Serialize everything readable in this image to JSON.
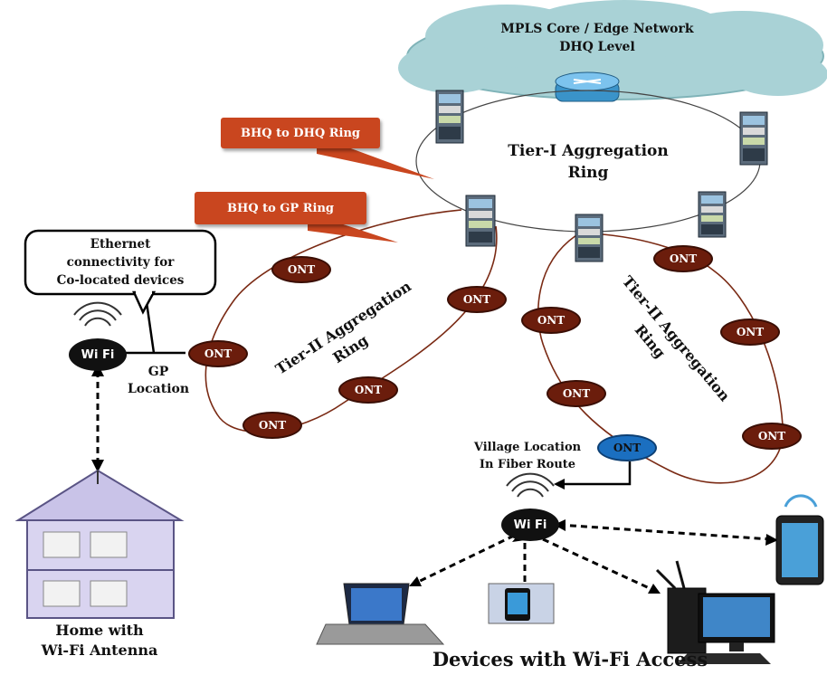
{
  "cloud": {
    "line1": "MPLS Core / Edge Network",
    "line2": "DHQ Level"
  },
  "tier1_label": {
    "line1": "Tier-I Aggregation",
    "line2": "Ring"
  },
  "tier2_left_label": {
    "line1": "Tier-II Aggregation",
    "line2": "Ring"
  },
  "tier2_right_label": {
    "line1": "Tier-II Aggregation",
    "line2": "Ring"
  },
  "callouts": {
    "bhq_dhq": "BHQ to DHQ Ring",
    "bhq_gp": "BHQ to GP Ring"
  },
  "ethernet_box": {
    "line1": "Ethernet",
    "line2": "connectivity for",
    "line3": "Co-located devices"
  },
  "gp_location": {
    "line1": "GP",
    "line2": "Location"
  },
  "village_location": {
    "line1": "Village  Location",
    "line2": "In Fiber Route"
  },
  "home": {
    "line1": "Home with",
    "line2": "Wi-Fi Antenna"
  },
  "devices_caption": "Devices with Wi-Fi Access",
  "ont_label": "ONT",
  "wifi_label": "Wi Fi",
  "colors": {
    "cloud": "#a9d2d6",
    "ont": "#6b1d0c",
    "ont_village": "#1b6fc0",
    "callout": "#c9461f",
    "ring_line": "#7a2a14"
  }
}
